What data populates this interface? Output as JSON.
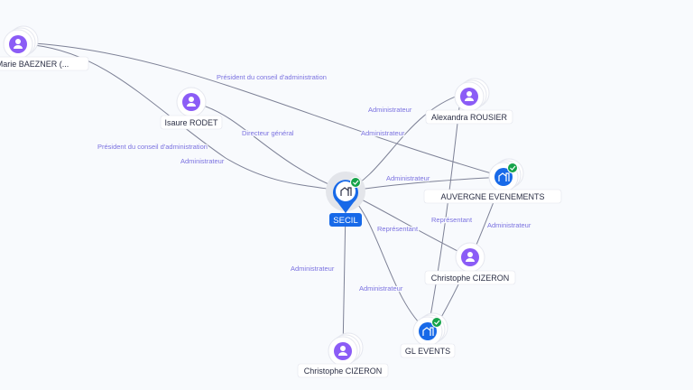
{
  "nodes": {
    "marie": {
      "label": "Marie BAEZNER (...",
      "type": "person"
    },
    "isaure": {
      "label": "Isaure RODET",
      "type": "person"
    },
    "alexandra": {
      "label": "Alexandra ROUSIER",
      "type": "person"
    },
    "auvergne": {
      "label": "AUVERGNE EVENEMENTS",
      "type": "company",
      "verified": true
    },
    "secil": {
      "label": "SECIL",
      "type": "company",
      "verified": true,
      "focus": true
    },
    "cizeron1": {
      "label": "Christophe CIZERON",
      "type": "person"
    },
    "glevents": {
      "label": "GL EVENTS",
      "type": "company",
      "verified": true
    },
    "cizeron2": {
      "label": "Christophe CIZERON",
      "type": "person"
    }
  },
  "edges": {
    "marie_auvergne": "Président du conseil d'administration",
    "marie_auvergne2": "Administrateur",
    "marie_secil": "Président du conseil d'administration",
    "marie_secil2": "Administrateur",
    "isaure_secil": "Directeur général",
    "alexandra_secil": "Administrateur",
    "secil_auvergne": "Administrateur",
    "cizeron_secil": "Représentant",
    "glevents_secil": "Administrateur",
    "alexandra_glevents": "Représentant",
    "cizeron_auvergne": "Administrateur",
    "cizeron2_secil": "Administrateur"
  },
  "colors": {
    "person": "#8b5cf6",
    "company": "#1769e8",
    "verified": "#16a34a",
    "edge_label": "#7b72e0"
  }
}
